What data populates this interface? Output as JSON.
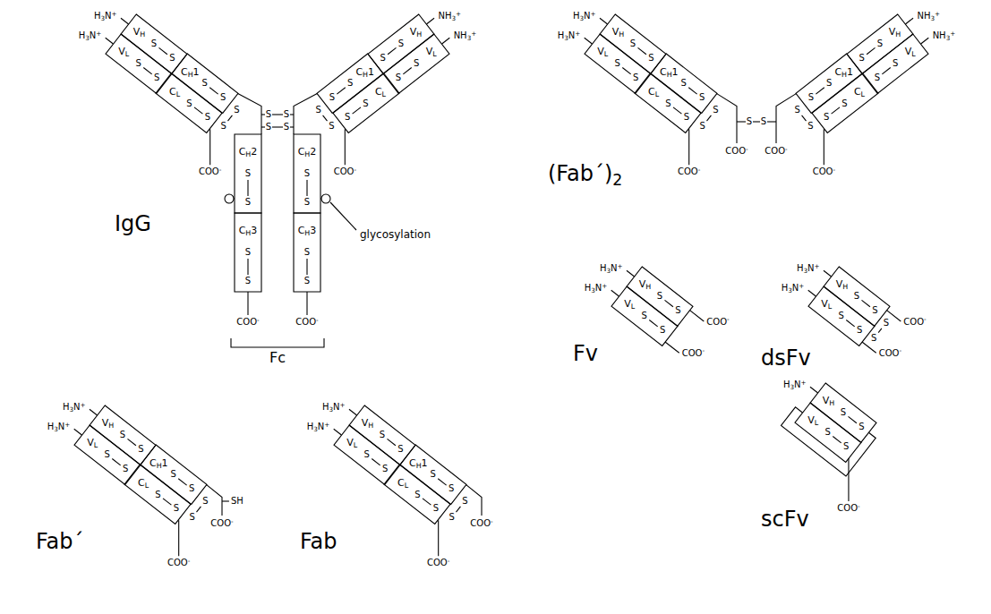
{
  "diagram": {
    "nodes": [
      {
        "text": [
          "VH"
        ]
      },
      {
        "text": [
          "VL"
        ]
      },
      {
        "text": [
          "CH1"
        ]
      },
      {
        "text": [
          "CL"
        ]
      },
      {
        "text": [
          "VH"
        ]
      },
      {
        "text": [
          "VL"
        ]
      },
      {
        "text": [
          "CH1"
        ]
      },
      {
        "text": [
          "CL"
        ]
      },
      {
        "text": [
          "CH2"
        ]
      },
      {
        "text": [
          "CH2"
        ]
      },
      {
        "text": [
          "CH3"
        ]
      },
      {
        "text": [
          "CH3"
        ]
      },
      {
        "text": [
          "VH"
        ]
      },
      {
        "text": [
          "VL"
        ]
      },
      {
        "text": [
          "CH1"
        ]
      },
      {
        "text": [
          "CL"
        ]
      },
      {
        "text": [
          "VH"
        ]
      },
      {
        "text": [
          "VL"
        ]
      },
      {
        "text": [
          "CH1"
        ]
      },
      {
        "text": [
          "CL"
        ]
      },
      {
        "text": [
          "VH"
        ]
      },
      {
        "text": [
          "VL"
        ]
      },
      {
        "text": [
          "VH"
        ]
      },
      {
        "text": [
          "VL"
        ]
      },
      {
        "text": [
          "VH"
        ]
      },
      {
        "text": [
          "VL"
        ]
      },
      {
        "text": [
          "CH1"
        ]
      },
      {
        "text": [
          "CL"
        ]
      },
      {
        "text": [
          "VH"
        ]
      },
      {
        "text": [
          "VL"
        ]
      },
      {
        "text": [
          "CH1"
        ]
      },
      {
        "text": [
          "CL"
        ]
      },
      {
        "text": [
          "VH"
        ]
      },
      {
        "text": [
          "VL"
        ]
      }
    ],
    "edges": [
      {
        "from": 2,
        "to": 8,
        "arrow": "none"
      },
      {
        "from": 6,
        "to": 9,
        "arrow": "none"
      },
      {
        "from": 32,
        "to": 33,
        "arrow": "none"
      }
    ],
    "labels": [
      "IgG",
      "H3N+",
      "H3N+",
      "S",
      "S",
      "S",
      "S",
      "S",
      "S",
      "S",
      "S",
      "S",
      "S",
      "COO-",
      "NH3+",
      "NH3+",
      "S",
      "S",
      "S",
      "S",
      "S",
      "S",
      "S",
      "S",
      "S",
      "S",
      "COO-",
      "S",
      "S",
      "S",
      "S",
      "S",
      "S",
      "S",
      "S",
      "S",
      "S",
      "S",
      "S",
      "COO-",
      "COO-",
      "glycosylation",
      "Fc",
      "(Fab´)2",
      "H3N+",
      "H3N+",
      "S",
      "S",
      "S",
      "S",
      "S",
      "S",
      "S",
      "S",
      "S",
      "S",
      "COO-",
      "NH3+",
      "NH3+",
      "S",
      "S",
      "S",
      "S",
      "S",
      "S",
      "S",
      "S",
      "S",
      "S",
      "COO-",
      "S",
      "S",
      "COO-",
      "COO-",
      "Fv",
      "H3N+",
      "H3N+",
      "S",
      "S",
      "S",
      "S",
      "COO-",
      "COO-",
      "dsFv",
      "H3N+",
      "H3N+",
      "S",
      "S",
      "S",
      "S",
      "S",
      "S",
      "COO-",
      "COO-",
      "Fab´",
      "H3N+",
      "H3N+",
      "S",
      "S",
      "S",
      "S",
      "S",
      "S",
      "S",
      "S",
      "S",
      "S",
      "COO-",
      "SH",
      "COO-",
      "Fab",
      "H3N+",
      "H3N+",
      "S",
      "S",
      "S",
      "S",
      "S",
      "S",
      "S",
      "S",
      "S",
      "S",
      "COO-",
      "COO-",
      "scFv",
      "H3N+",
      "S",
      "S",
      "S",
      "S",
      "COO-"
    ]
  }
}
